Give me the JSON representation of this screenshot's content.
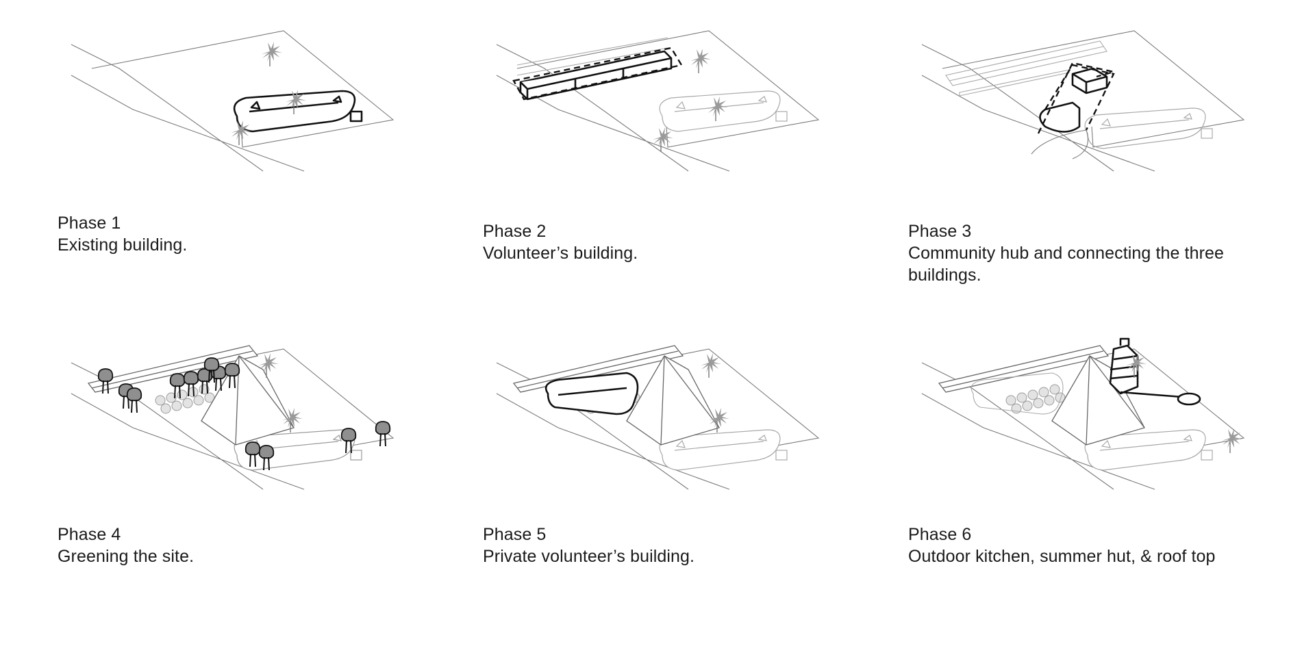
{
  "phases": [
    {
      "number_label": "Phase 1",
      "description": "Existing building."
    },
    {
      "number_label": "Phase 2",
      "description": "Volunteer’s building."
    },
    {
      "number_label": "Phase 3",
      "description": "Community hub and connecting the three buildings."
    },
    {
      "number_label": "Phase 4",
      "description": "Greening the site."
    },
    {
      "number_label": "Phase 5",
      "description": "Private volunteer’s building."
    },
    {
      "number_label": "Phase 6",
      "description": "Outdoor kitchen, summer hut, & roof top"
    }
  ],
  "colors": {
    "background": "#ffffff",
    "highlight_stroke": "#111111",
    "context_stroke": "#a9a9a9",
    "tree_fill": "#8f8f8f"
  }
}
